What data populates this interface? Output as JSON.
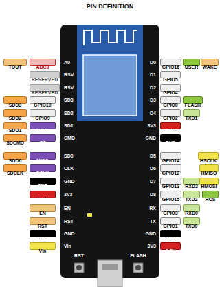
{
  "diagram": {
    "title": "PIN DEFINITION",
    "nodes": [
      {
        "text": [
          "TOUT"
        ]
      },
      {
        "text": [
          "ADC0"
        ]
      },
      {
        "text": [
          "GPIO16"
        ]
      },
      {
        "text": [
          "USER"
        ]
      },
      {
        "text": [
          "WAKE"
        ]
      },
      {
        "text": [
          "RESERVED"
        ]
      },
      {
        "text": [
          "GPIO5"
        ]
      },
      {
        "text": [
          "RESERVED"
        ]
      },
      {
        "text": [
          "GPIO4"
        ]
      },
      {
        "text": [
          "SDD3"
        ]
      },
      {
        "text": [
          "GPIO10"
        ]
      },
      {
        "text": [
          "GPIO0"
        ]
      },
      {
        "text": [
          "FLASH"
        ]
      },
      {
        "text": [
          "SDD2"
        ]
      },
      {
        "text": [
          "GPIO9"
        ]
      },
      {
        "text": [
          "GPIO2"
        ]
      },
      {
        "text": [
          "TXD1"
        ]
      },
      {
        "text": [
          "SDD1"
        ]
      },
      {
        "text": [
          "MOSI"
        ]
      },
      {
        "text": [
          "3.3V"
        ]
      },
      {
        "text": [
          "SDCMD"
        ]
      },
      {
        "text": [
          "CS"
        ]
      },
      {
        "text": [
          "GND"
        ]
      },
      {
        "text": [
          "SDD0"
        ]
      },
      {
        "text": [
          "MISO"
        ]
      },
      {
        "text": [
          "GPIO14"
        ]
      },
      {
        "text": [
          "HSCLK"
        ]
      },
      {
        "text": [
          "SDCLK"
        ]
      },
      {
        "text": [
          "SCLK"
        ]
      },
      {
        "text": [
          "GPIO12"
        ]
      },
      {
        "text": [
          "HMISO"
        ]
      },
      {
        "text": [
          "GND"
        ]
      },
      {
        "text": [
          "GPIO13"
        ]
      },
      {
        "text": [
          "RXD2"
        ]
      },
      {
        "text": [
          "HMOSI"
        ]
      },
      {
        "text": [
          "3.3V"
        ]
      },
      {
        "text": [
          "GPIO15"
        ]
      },
      {
        "text": [
          "TXD2"
        ]
      },
      {
        "text": [
          "HCS"
        ]
      },
      {
        "text": [
          "EN"
        ]
      },
      {
        "text": [
          "GPIO3"
        ]
      },
      {
        "text": [
          "RXD0"
        ]
      },
      {
        "text": [
          "RST"
        ]
      },
      {
        "text": [
          "GPIO1"
        ]
      },
      {
        "text": [
          "TXD0"
        ]
      },
      {
        "text": [
          "GND"
        ]
      },
      {
        "text": [
          "GND"
        ]
      },
      {
        "text": [
          "Vin"
        ]
      },
      {
        "text": [
          "3.3V"
        ]
      }
    ],
    "labels": [
      "A0",
      "RSV",
      "RSV",
      "SD3",
      "SD2",
      "SD1",
      "CMD",
      "SD0",
      "CLK",
      "GND",
      "3V3",
      "EN",
      "RST",
      "GND",
      "Vin",
      "D0",
      "D1",
      "D2",
      "D3",
      "D4",
      "3V3",
      "GND",
      "D5",
      "D6",
      "D7",
      "D8",
      "RX",
      "TX",
      "GND",
      "3V3",
      "RST",
      "FLASH"
    ]
  }
}
